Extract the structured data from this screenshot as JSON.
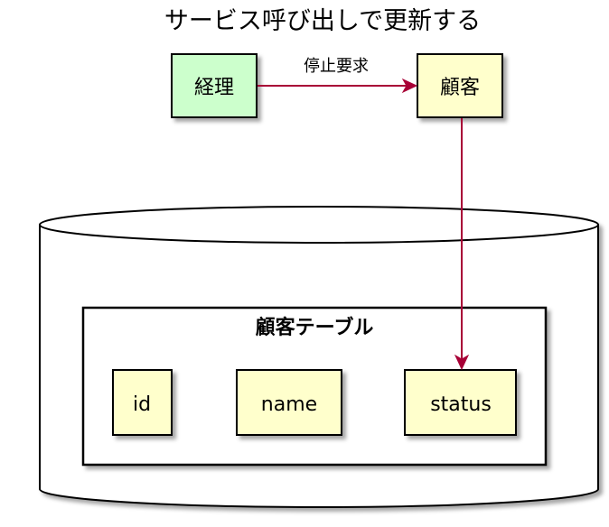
{
  "diagram": {
    "title": "サービス呼び出しで更新する",
    "nodes": {
      "keiri": {
        "label": "経理",
        "fill": "#ccffcc"
      },
      "kokyaku": {
        "label": "顧客",
        "fill": "#ffffcc"
      }
    },
    "edge": {
      "label": "停止要求",
      "color": "#a80036"
    },
    "database": {
      "table": {
        "label": "顧客テーブル",
        "fields": [
          "id",
          "name",
          "status"
        ],
        "field_fill": "#ffffcc"
      }
    }
  }
}
